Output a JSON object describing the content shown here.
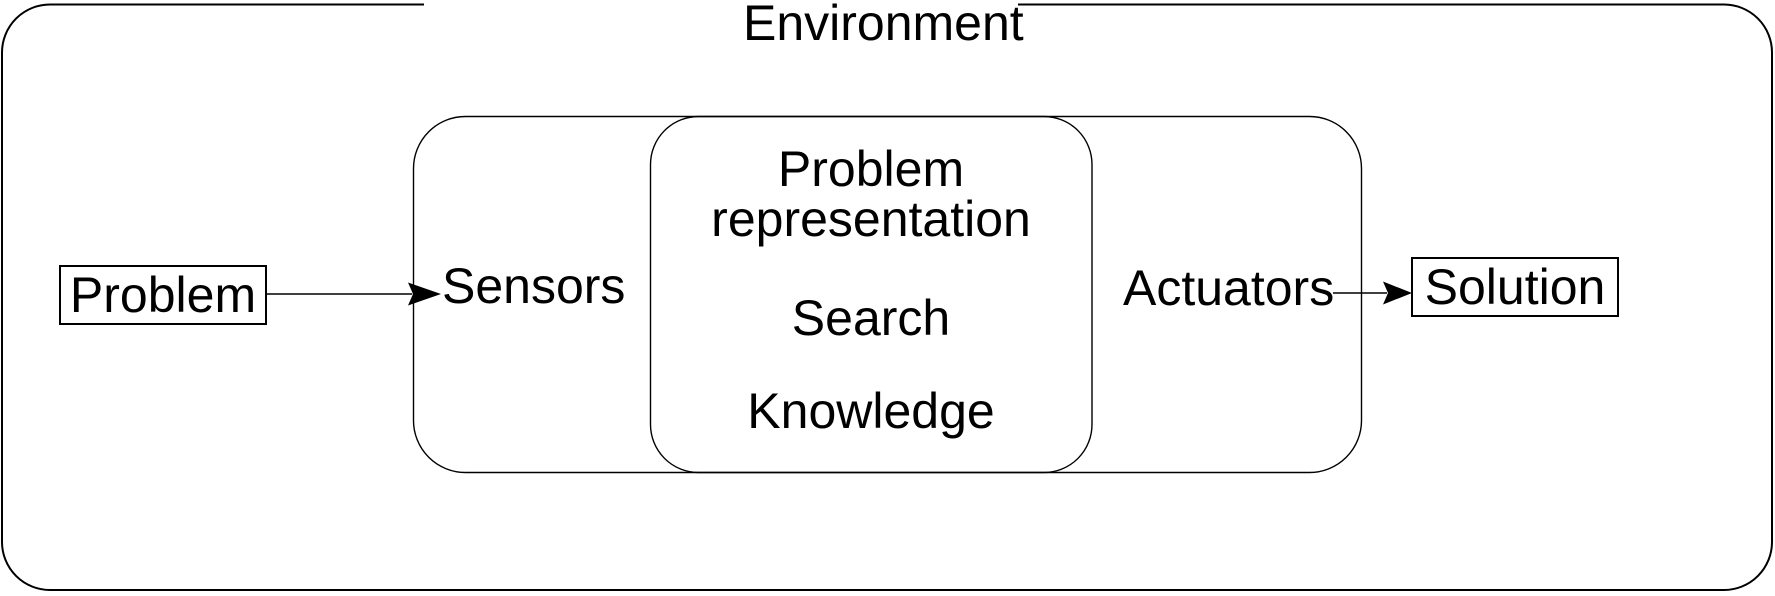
{
  "colors": {
    "line": "#000000",
    "text": "#000000",
    "background": "#ffffff"
  },
  "diagram": {
    "environment_label": "Environment",
    "problem_box_label": "Problem",
    "solution_box_label": "Solution",
    "agent": {
      "sensors_label": "Sensors",
      "actuators_label": "Actuators",
      "core": {
        "representation_line1": "Problem",
        "representation_line2": "representation",
        "search_label": "Search",
        "knowledge_label": "Knowledge"
      }
    },
    "connections": [
      {
        "from": "Problem",
        "to": "Sensors"
      },
      {
        "from": "Actuators",
        "to": "Solution"
      }
    ]
  }
}
